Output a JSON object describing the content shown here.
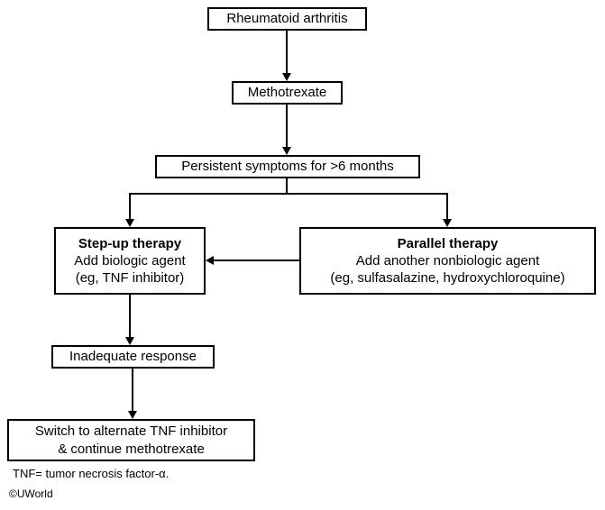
{
  "diagram": {
    "nodes": {
      "rheumatoid": {
        "label": "Rheumatoid arthritis"
      },
      "methotrexate": {
        "label": "Methotrexate"
      },
      "persistent": {
        "label": "Persistent symptoms for >6 months"
      },
      "stepup": {
        "title": "Step-up therapy",
        "line2": "Add biologic agent",
        "line3": "(eg, TNF inhibitor)"
      },
      "parallel": {
        "title": "Parallel therapy",
        "line2": "Add another nonbiologic agent",
        "line3": "(eg, sulfasalazine, hydroxychloroquine)"
      },
      "inadequate": {
        "label": "Inadequate response"
      },
      "switch": {
        "line1": "Switch to alternate TNF inhibitor",
        "line2": "& continue methotrexate"
      }
    },
    "footnote": "TNF= tumor necrosis factor-α.",
    "credit": "©UWorld"
  }
}
